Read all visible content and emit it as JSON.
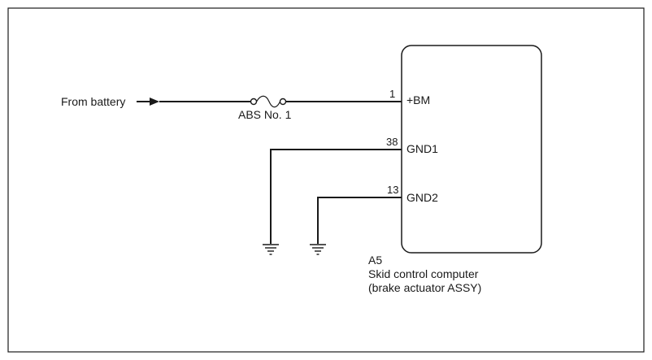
{
  "source": {
    "label": "From battery"
  },
  "fuse": {
    "label": "ABS No. 1"
  },
  "component": {
    "code": "A5",
    "name": "Skid control computer",
    "subname": "(brake actuator ASSY)"
  },
  "terminals": [
    {
      "pin": "1",
      "name": "+BM"
    },
    {
      "pin": "38",
      "name": "GND1"
    },
    {
      "pin": "13",
      "name": "GND2"
    }
  ],
  "colors": {
    "line": "#1a1a1a",
    "background": "#ffffff"
  }
}
